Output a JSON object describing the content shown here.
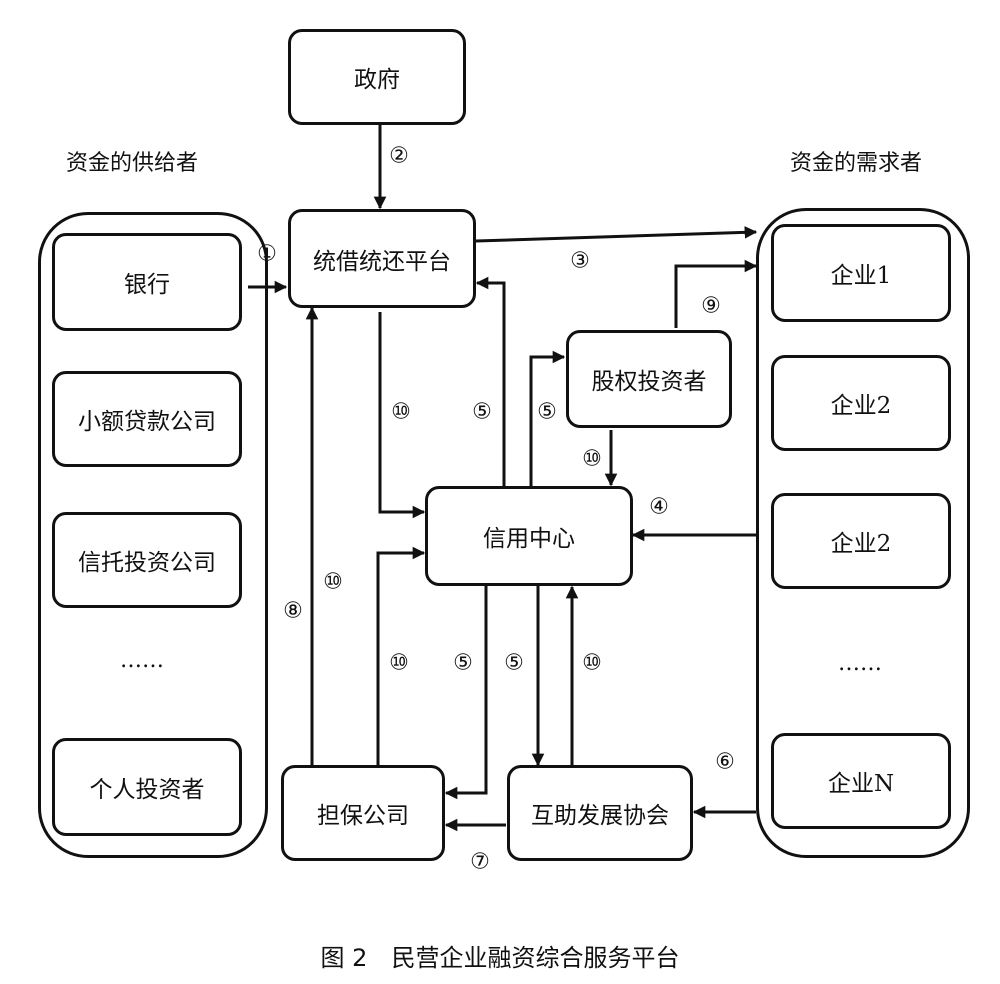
{
  "supply_title": "资金的供给者",
  "demand_title": "资金的需求者",
  "nodes": {
    "government": "政府",
    "platform": "统借统还平台",
    "credit_center": "信用中心",
    "equity_investor": "股权投资者",
    "guarantee": "担保公司",
    "mutual_assoc": "互助发展协会"
  },
  "suppliers": [
    "银行",
    "小额贷款公司",
    "信托投资公司",
    "……",
    "个人投资者"
  ],
  "demanders": [
    "企业1",
    "企业2",
    "企业2",
    "……",
    "企业N"
  ],
  "markers": {
    "m1": "①",
    "m2": "②",
    "m3": "③",
    "m4": "④",
    "m5a": "⑤",
    "m5b": "⑤",
    "m5c": "⑤",
    "m5d": "⑤",
    "m6": "⑥",
    "m7": "⑦",
    "m8": "⑧",
    "m9": "⑨",
    "m10a": "⑩",
    "m10b": "⑩",
    "m10c": "⑩",
    "m10d": "⑩",
    "m10e": "⑩"
  },
  "caption": "图 2　民营企业融资综合服务平台"
}
